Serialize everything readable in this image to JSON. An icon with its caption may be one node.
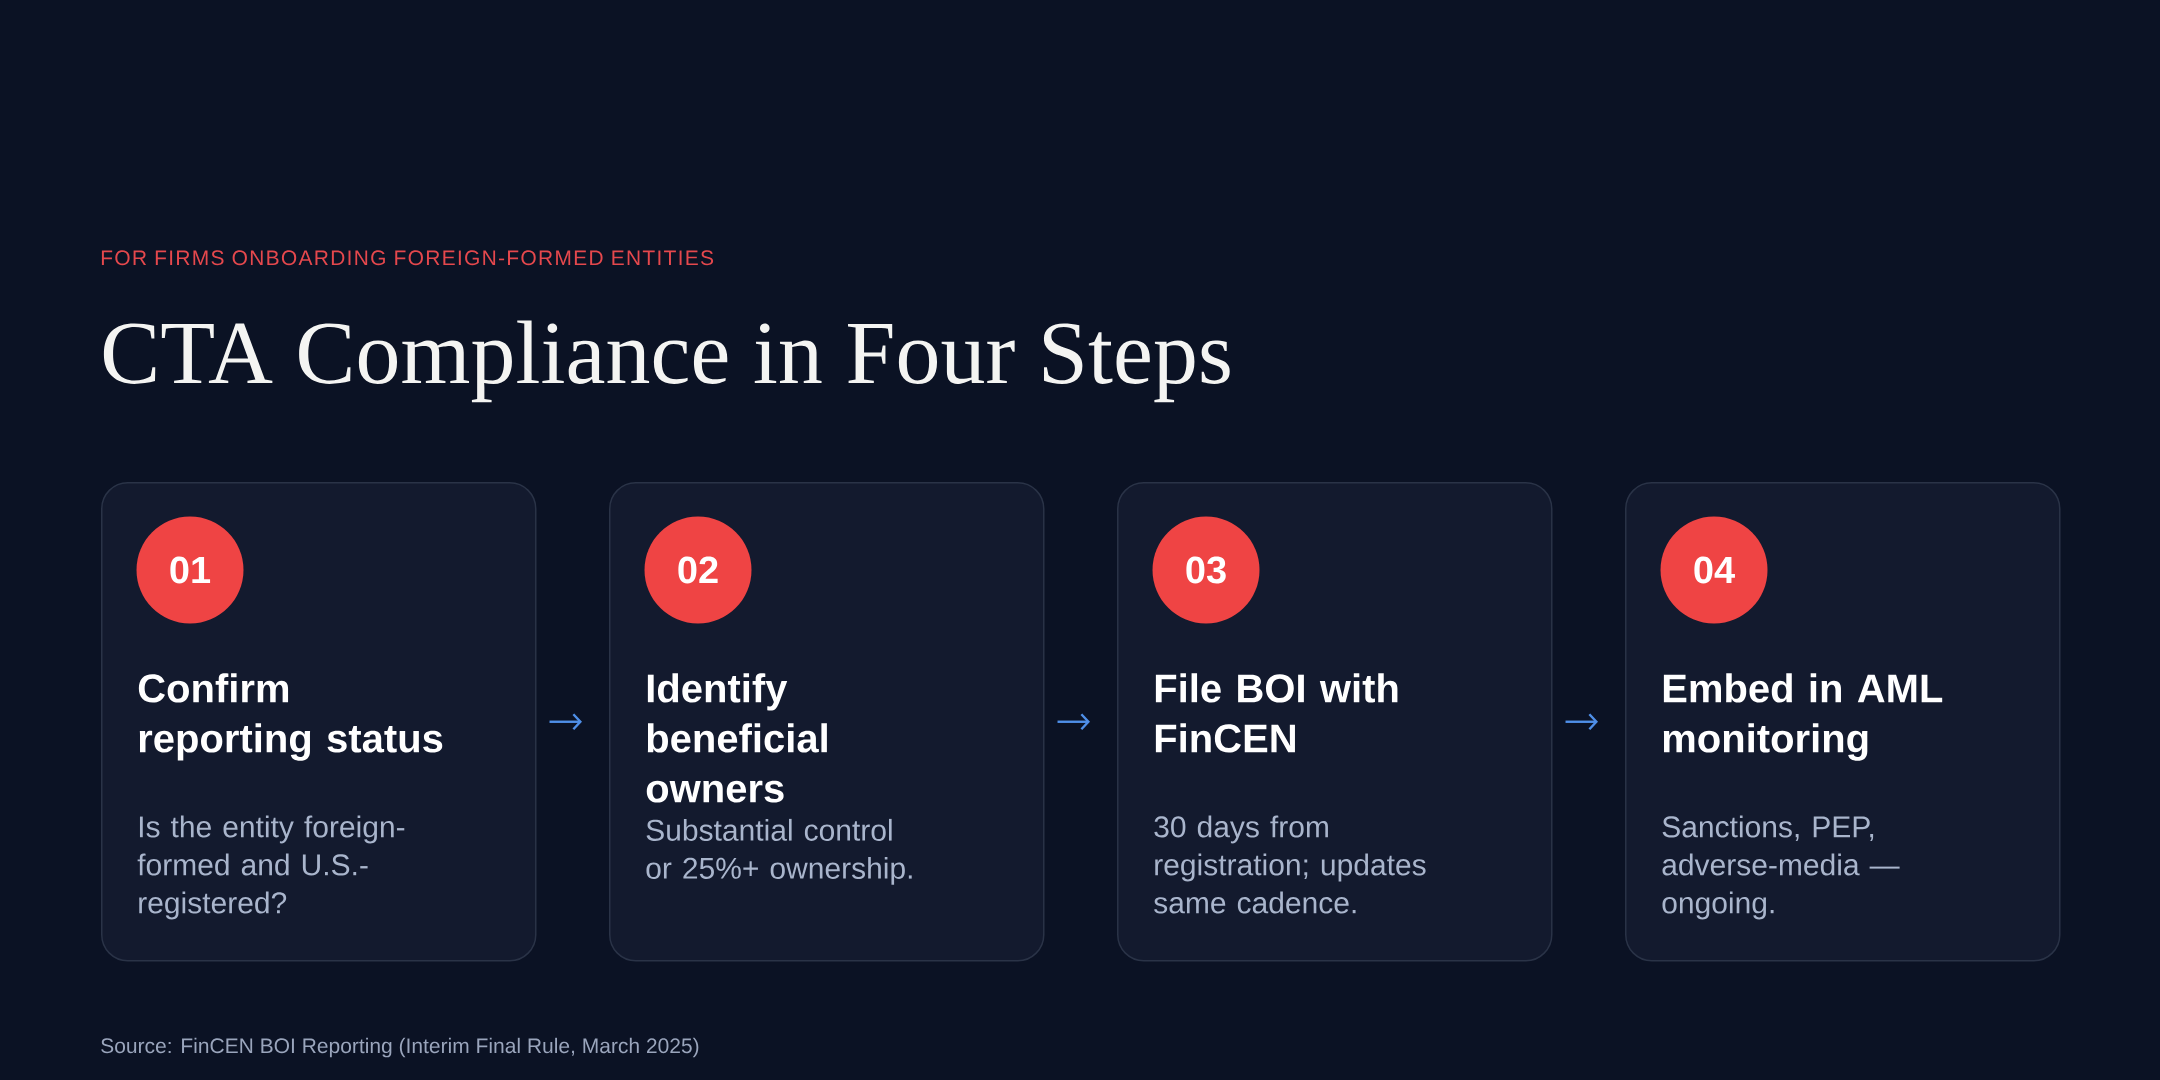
{
  "diagram": {
    "title": "CTA Compliance in Four Steps",
    "caption": "Source: FinCEN BOI Reporting (Interim Final Rule, March 2025)",
    "nodes": [
      {
        "text": [
          "Confirm reporting status",
          "Is the entity foreign-formed and U.S.-registered?"
        ]
      },
      {
        "text": [
          "01"
        ],
        "in": 0
      },
      {
        "text": [
          "Identify beneficial owners",
          "Substantial control or 25%+ ownership."
        ]
      },
      {
        "text": [
          "02"
        ],
        "in": 2
      },
      {
        "text": [
          "File BOI with FinCEN",
          "30 days from registration; updates same cadence."
        ]
      },
      {
        "text": [
          "03"
        ],
        "in": 4
      },
      {
        "text": [
          "Embed in AML monitoring",
          "Sanctions, PEP, adverse-media — ongoing."
        ]
      },
      {
        "text": [
          "04"
        ],
        "in": 6
      }
    ],
    "edges": [
      {
        "from": 0,
        "to": 2,
        "arrow": "to"
      },
      {
        "from": 2,
        "to": 4,
        "arrow": "to"
      },
      {
        "from": 4,
        "to": 6,
        "arrow": "to"
      }
    ],
    "labels": [
      "FOR FIRMS ONBOARDING FOREIGN-FORMED ENTITIES"
    ]
  }
}
